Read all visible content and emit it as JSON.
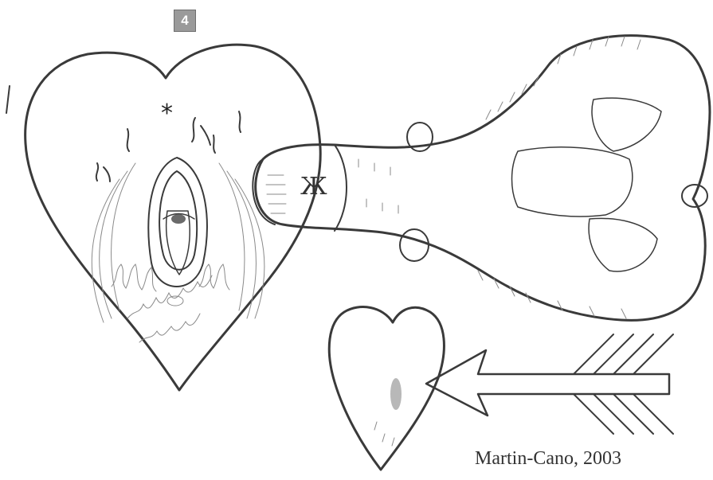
{
  "figure": {
    "panel_label": "4",
    "marker_symbol": "*",
    "engraved_glyph": "Ж",
    "credit": "Martin-Cano, 2003"
  }
}
